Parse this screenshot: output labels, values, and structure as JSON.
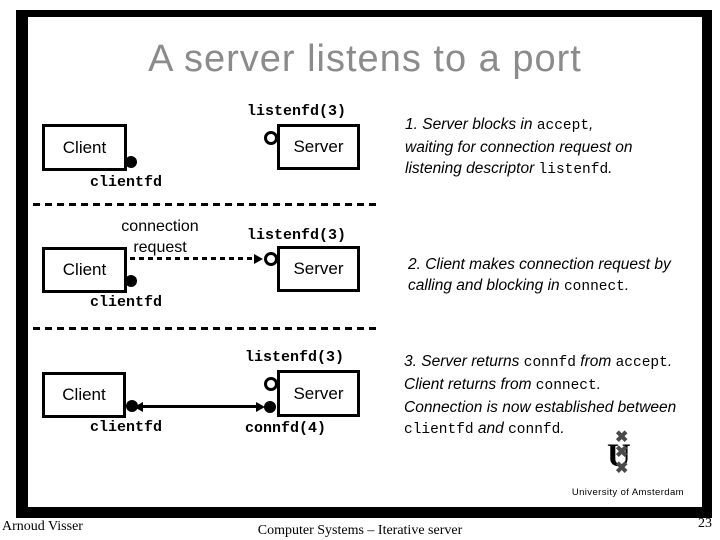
{
  "colors": {
    "title_gray": "#8b8b8b",
    "logo_cross_gray": "#4a4a4a",
    "line_black": "#000000"
  },
  "slide": {
    "title": "A server listens to a port",
    "diagram": {
      "rows": [
        {
          "client": "Client",
          "server": "Server",
          "listenfd": "listenfd(3)",
          "clientfd": "clientfd"
        },
        {
          "client": "Client",
          "server": "Server",
          "listenfd": "listenfd(3)",
          "clientfd": "clientfd",
          "connection_request": "connection request"
        },
        {
          "client": "Client",
          "server": "Server",
          "listenfd": "listenfd(3)",
          "clientfd": "clientfd",
          "connfd": "connfd(4)"
        }
      ]
    },
    "notes": [
      {
        "lines": [
          [
            {
              "t": "1. Server blocks in "
            },
            {
              "t": "accept",
              "code": true
            },
            {
              "t": ","
            }
          ],
          [
            {
              "t": "waiting for connection request on"
            }
          ],
          [
            {
              "t": "listening descriptor "
            },
            {
              "t": "listenfd",
              "code": true
            },
            {
              "t": "."
            }
          ]
        ]
      },
      {
        "lines": [
          [
            {
              "t": "2. Client makes connection request by"
            }
          ],
          [
            {
              "t": "calling and blocking in "
            },
            {
              "t": "connect",
              "code": true
            },
            {
              "t": "."
            }
          ]
        ]
      },
      {
        "lines": [
          [
            {
              "t": "3. Server returns "
            },
            {
              "t": "connfd",
              "code": true
            },
            {
              "t": " from "
            },
            {
              "t": "accept",
              "code": true
            },
            {
              "t": "."
            }
          ],
          [
            {
              "t": "Client returns from "
            },
            {
              "t": "connect",
              "code": true
            },
            {
              "t": "."
            }
          ],
          [
            {
              "t": "Connection is now established between"
            }
          ],
          [
            {
              "t": "clientfd",
              "code": true
            },
            {
              "t": " and "
            },
            {
              "t": "connfd",
              "code": true
            },
            {
              "t": "."
            }
          ]
        ]
      }
    ],
    "logo": {
      "cross": "✖",
      "letter": "U",
      "caption": "University of Amsterdam"
    }
  },
  "footer": {
    "author": "Arnoud Visser",
    "course": "Computer Systems – Iterative server",
    "page_number": "23"
  }
}
